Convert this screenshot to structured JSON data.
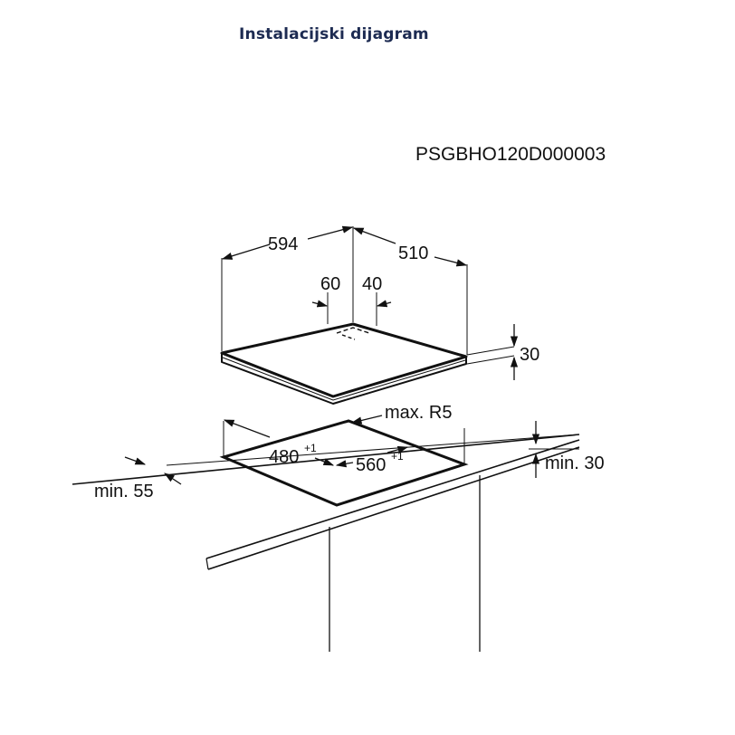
{
  "title": "Instalacijski dijagram",
  "model_code": "PSGBHO120D000003",
  "dimensions": {
    "width": "594",
    "depth": "510",
    "offset_left": "60",
    "offset_right": "40",
    "height": "30",
    "corner_radius": "max. R5",
    "cutout_depth": "480",
    "cutout_depth_tolerance": "+1",
    "cutout_width": "560",
    "cutout_width_tolerance": "+1",
    "min_front_distance": "min. 55",
    "min_worktop_thickness": "min. 30"
  },
  "colors": {
    "title": "#1d2b52",
    "lines": "#111111"
  }
}
